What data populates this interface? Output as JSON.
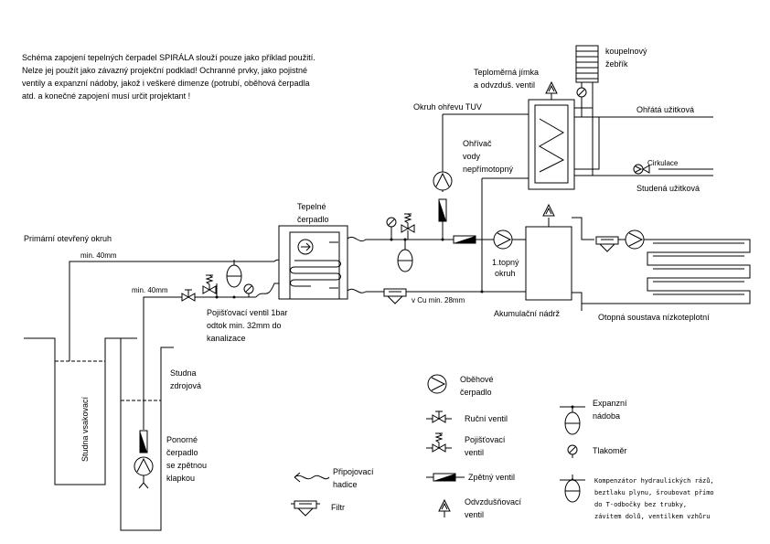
{
  "note": {
    "lines": [
      "Schéma zapojení tepelných čerpadel SPIRÁLA slouží pouze jako příklad použití.",
      "Nelze jej použít jako závazný projekční podklad! Ochranné prvky, jako pojistné",
      "ventily a expanzní nádoby, jakož i veškeré dimenze (potrubí, oběhová čerpadla",
      "atd. a konečné zapojení musí určit projektant !"
    ]
  },
  "labels": {
    "koupelnovy": "koupelnový",
    "zebrik": "žebřík",
    "jimka1": "Teploměrná jímka",
    "jimka2": "a odvzduš. ventil",
    "okruh_tuv": "Okruh ohřevu TUV",
    "ohrivac1": "Ohřívač",
    "ohrivac2": "vody",
    "ohrivac3": "nepřímotopný",
    "ohrata": "Ohřátá užitková",
    "cirkulace": "Cirkulace",
    "studena_uz": "Studená užitková",
    "tc1": "Tepelné",
    "tc2": "čerpadlo",
    "primarni": "Primární otevřený okruh",
    "min40a": "min. 40mm",
    "min40b": "min. 40mm",
    "topny1": "1.topný",
    "topny2": "okruh",
    "vcu": "v Cu min. 28mm",
    "akumulacni": "Akumulační nádrž",
    "otopna": "Otopná soustava nízkoteplotní",
    "pojistovaci1": "Pojišťovací ventil 1bar",
    "pojistovaci2": "odtok min. 32mm do",
    "pojistovaci3": "kanalizace",
    "studna_vsak": "Studna vsakovací",
    "studna_zdroj1": "Studna",
    "studna_zdroj2": "zdrojová",
    "ponorne1": "Ponorné",
    "ponorne2": "čerpadlo",
    "ponorne3": "se zpětnou",
    "ponorne4": "klapkou"
  },
  "legend": {
    "obehove1": "Oběhové",
    "obehove2": "čerpadlo",
    "rucni": "Ruční ventil",
    "pojist1": "Pojišťovací",
    "pojist2": "ventil",
    "pripoj1": "Připojovací",
    "pripoj2": "hadice",
    "zpetny": "Zpětný ventil",
    "filtr": "Filtr",
    "odvzdus1": "Odvzdušňovací",
    "odvzdus2": "ventil",
    "expanzni1": "Expanzní",
    "expanzni2": "nádoba",
    "tlakomer": "Tlakoměr",
    "komp1": "Kompenzátor hydraulických rázů,",
    "komp2": "beztlaku plynu, šroubovat přímo",
    "komp3": "do T-odbočky bez trubky,",
    "komp4": "závitem dolů, ventilkem vzhůru"
  }
}
